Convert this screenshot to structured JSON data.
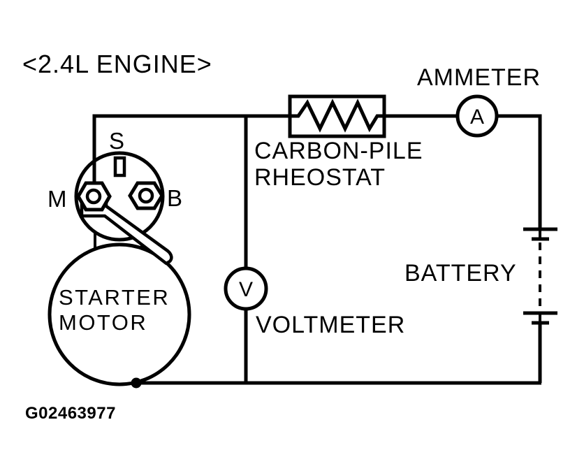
{
  "title": "<2.4L ENGINE>",
  "figure_code": "G02463977",
  "colors": {
    "line": "#000000",
    "background": "#ffffff"
  },
  "components": {
    "ammeter": {
      "label": "AMMETER",
      "symbol": "A"
    },
    "voltmeter": {
      "label": "VOLTMETER",
      "symbol": "V"
    },
    "rheostat": {
      "label_line1": "CARBON-PILE",
      "label_line2": "RHEOSTAT"
    },
    "battery": {
      "label": "BATTERY"
    },
    "starter_motor": {
      "label_line1": "STARTER",
      "label_line2": "MOTOR",
      "terminal_s": "S",
      "terminal_m": "M",
      "terminal_b": "B"
    }
  }
}
